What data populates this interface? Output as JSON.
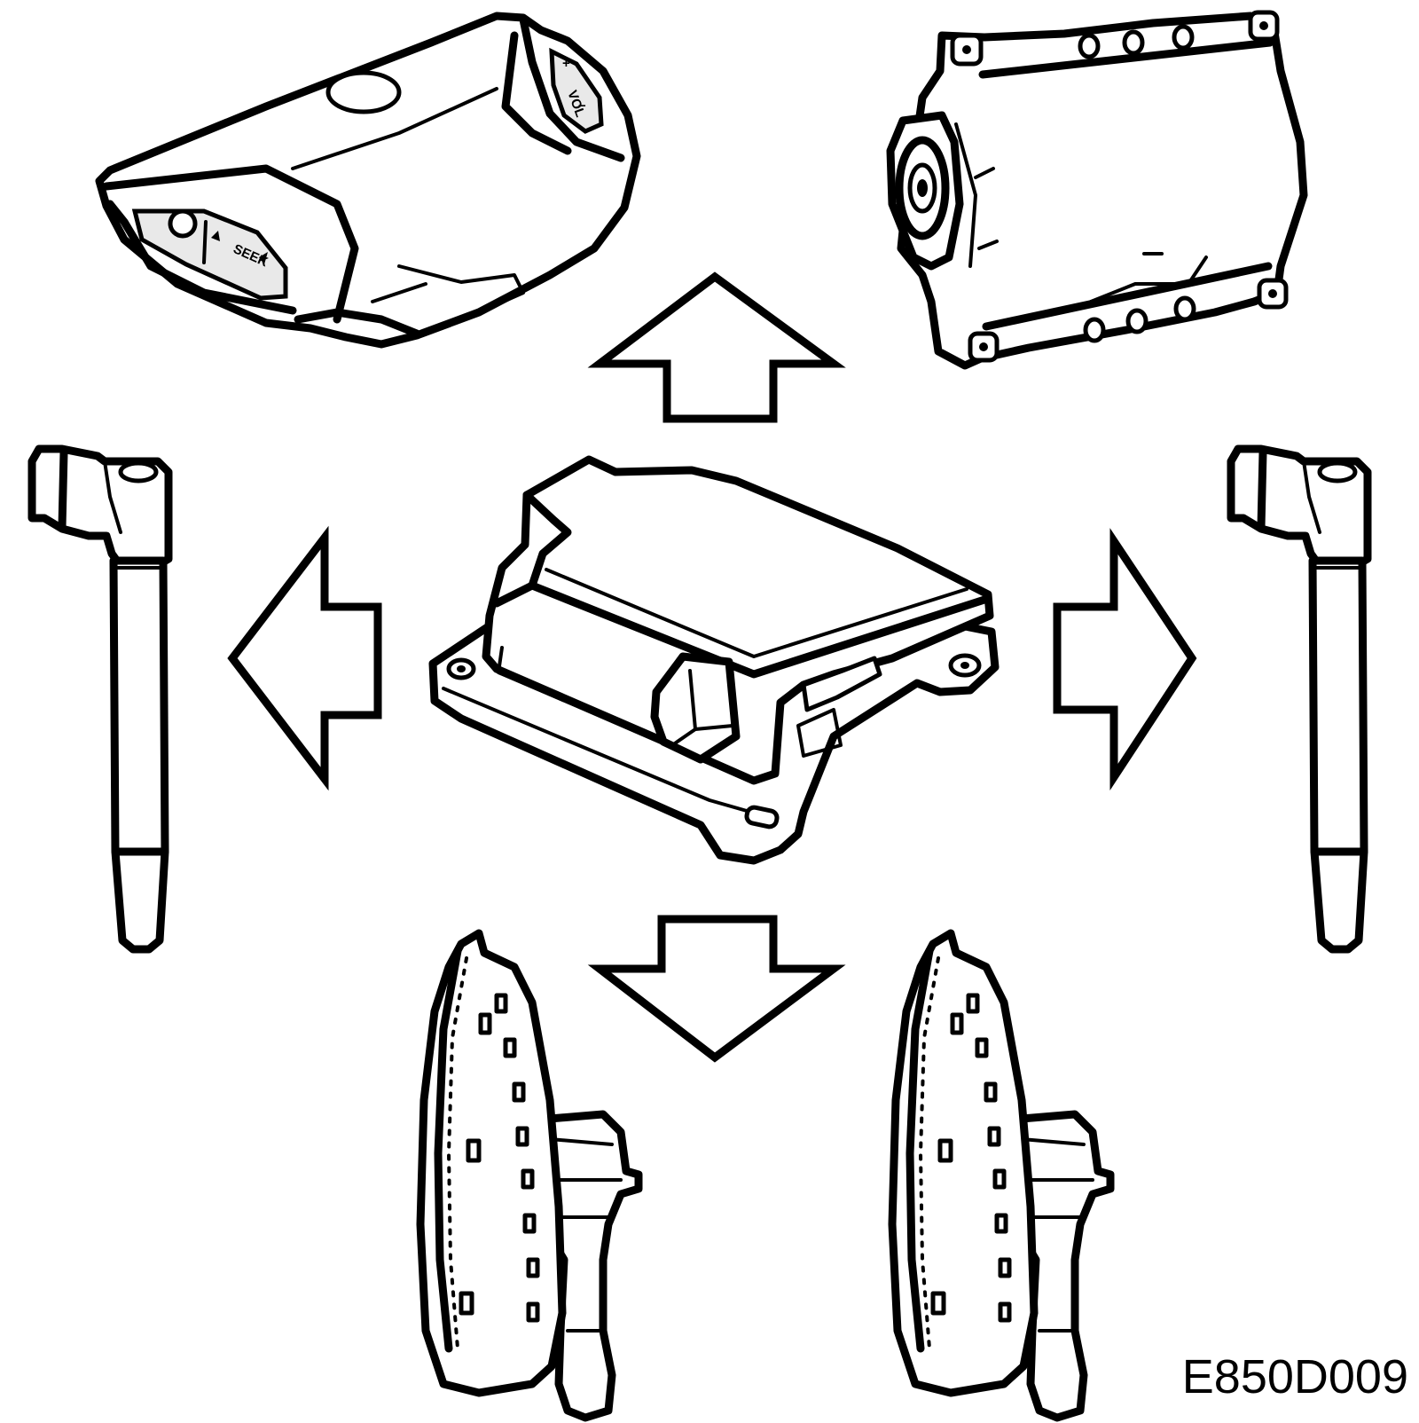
{
  "figure": {
    "id": "E850D009"
  },
  "components": {
    "driver_airbag_label": "SEEK",
    "driver_airbag_volume_label": "VOL"
  },
  "arrows": [
    "up",
    "left",
    "right",
    "down"
  ]
}
